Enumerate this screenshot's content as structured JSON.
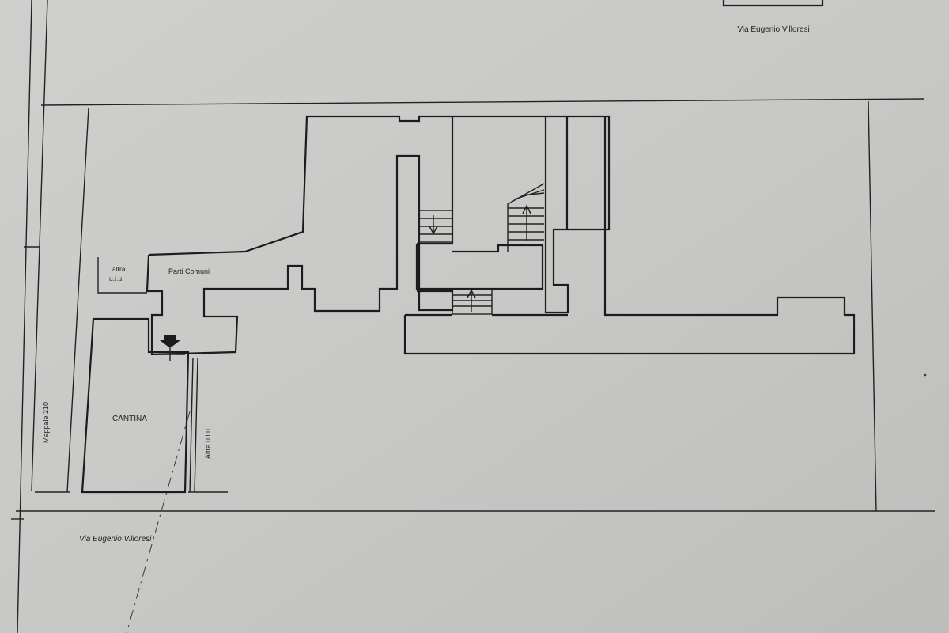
{
  "labels": {
    "street_top": "Via Eugenio Villoresi",
    "street_bottom": "Via Eugenio Villoresi",
    "mappale": "Mappale 210",
    "altra_uiu_top_line1": "altra",
    "altra_uiu_top_line2": "u.i.u.",
    "parti_comuni": "Parti Comuni",
    "cantina": "CANTINA",
    "altra_uiu_side": "Altra u.i.u."
  },
  "colors": {
    "paper": "#c9c9c7",
    "ink": "#1c1c1c"
  },
  "icons": {
    "entrance": "entrance-arrow-icon",
    "stairs_up": "stairs-up-arrow-icon",
    "stairs_down": "stairs-down-arrow-icon"
  }
}
